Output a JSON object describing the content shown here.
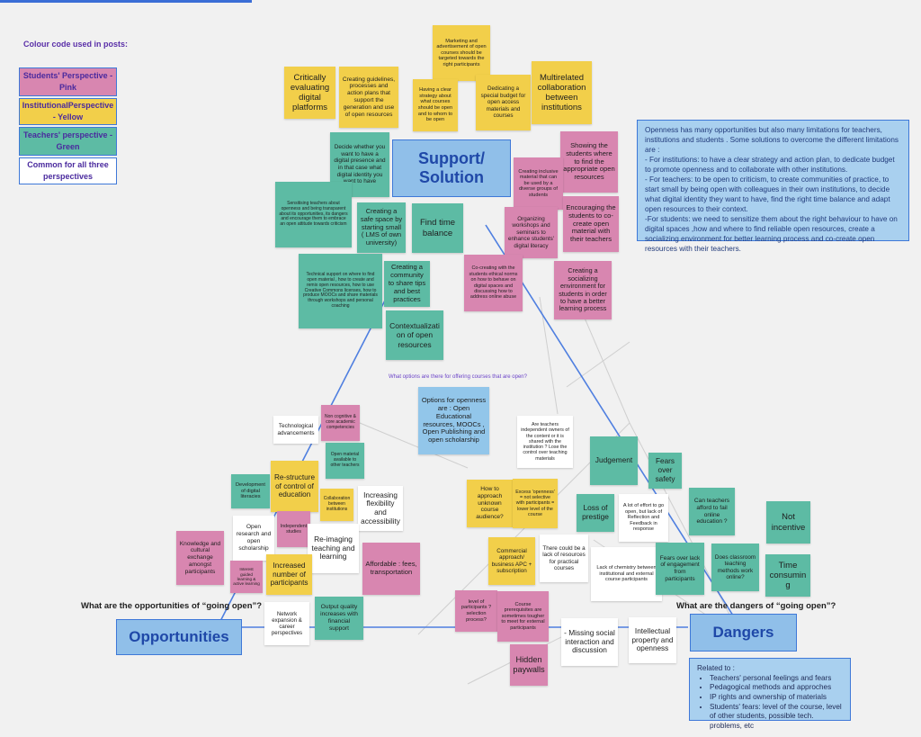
{
  "board": {
    "legend": {
      "title": "Colour code used in posts:",
      "items": [
        {
          "name": "legend-students",
          "text": "Students' Perspective - Pink",
          "color": "#d886b0"
        },
        {
          "name": "legend-institutional",
          "text": "InstitutionalPerspective - Yellow",
          "color": "#f2cf4a"
        },
        {
          "name": "legend-teachers",
          "text": "Teachers' perspective - Green",
          "color": "#5dbba4"
        },
        {
          "name": "legend-common",
          "text": "Common for all three perspectives",
          "color": "#ffffff"
        }
      ]
    },
    "main_nodes": {
      "support": "Support/ Solution",
      "opportunities": "Opportunities",
      "dangers": "Dangers"
    },
    "questions": {
      "opportunities": "What are the opportunities of “going open”?",
      "dangers": "What are the dangers of “going open”?",
      "options": "What options are there for offering courses that are open?"
    },
    "info_box": {
      "intro": "Openness has many opportunities but also many limitations for teachers, institutions and students . Some solutions to overcome the different limitations are :",
      "institutions": "- For institutions: to have a clear strategy and action plan, to dedicate budget to promote openness and to collaborate with other institutions.",
      "teachers": "- For teachers: to be open to criticism, to create communities of practice, to start small by being open with colleagues in their own institutions, to decide what digital identity they want to have, find the right time balance and adapt open resources to their context.",
      "students": "-For students: we need to sensitize them about the right behaviour to have on digital spaces ,how and where to find reliable open resources, create a socializing environment for better learning process and co-create open resources with their teachers."
    },
    "related": {
      "title": "Related to :",
      "items": [
        "Teachers' personal feelings and fears",
        "Pedagogical methods and approches",
        "IP rights and ownership of materials",
        "Students' fears: level of the course, level of other students, possible tech. problems, etc"
      ]
    },
    "notes": [
      {
        "id": "critically-evaluating",
        "text": "Critically evaluating digital platforms",
        "color": "yellow"
      },
      {
        "id": "creating-guidelines",
        "text": "Creating guidelines, processes and action plans that support the generation and use of open resources",
        "color": "yellow"
      },
      {
        "id": "marketing",
        "text": "Marketing and advertisement of open courses should be targeted towards the right participants",
        "color": "yellow"
      },
      {
        "id": "clear-strategy",
        "text": "Having a clear strategy about what courses should be open and to whom to be open",
        "color": "yellow"
      },
      {
        "id": "special-budget",
        "text": "Dedicating a special budget for open access materials and courses",
        "color": "yellow"
      },
      {
        "id": "multirelated",
        "text": "Multirelated collaboration between institutions",
        "color": "yellow"
      },
      {
        "id": "digital-presence",
        "text": "Decide whether you want to have a digital presence and in that case what digital identity you want to have",
        "color": "green"
      },
      {
        "id": "sensitising-teachers",
        "text": "Sensitising teachers about openness and being transparent about its opportunities, its dangers and encourage them to embrace an open attitude towards criticism",
        "color": "green"
      },
      {
        "id": "safe-space",
        "text": "Creating a safe space by starting small ( LMS of own university)",
        "color": "green"
      },
      {
        "id": "find-time",
        "text": "Find time balance",
        "color": "green"
      },
      {
        "id": "technical-support",
        "text": "Technical support on where to find open material , how to create and remix open resources, how to use Creative Commons licenses, how to produce MOOCs and share materials through workshops and personal coaching",
        "color": "green"
      },
      {
        "id": "community",
        "text": "Creating a community to share tips and best practices",
        "color": "green"
      },
      {
        "id": "contextualization",
        "text": "Contextualization of open resources",
        "color": "green"
      },
      {
        "id": "showing-students",
        "text": "Showing the students where to find the appropriate open resources",
        "color": "pink"
      },
      {
        "id": "inclusive-material",
        "text": "Creating inclusive material that can be used by a diverse groups of students",
        "color": "pink"
      },
      {
        "id": "organizing-workshops",
        "text": "Organizing workshops and seminars to enhance students' digital literacy",
        "color": "pink"
      },
      {
        "id": "encouraging-students",
        "text": "Encouraging the students to co-create open material with their teachers",
        "color": "pink"
      },
      {
        "id": "co-creating-norms",
        "text": "Co-creating with the students ethical norms on how to behave on digital spaces and discussing how to address online abuse",
        "color": "pink"
      },
      {
        "id": "socializing-env",
        "text": "Creating a socializing environment for students in order to have a better learning process",
        "color": "pink"
      },
      {
        "id": "options-openness",
        "text": "Options for openness are : Open Educational resources, MOOCs , Open Publishing and open scholarship",
        "color": "blue"
      },
      {
        "id": "tech-advancements",
        "text": "Technological advancements",
        "color": "white"
      },
      {
        "id": "non-cognitive",
        "text": "Non cognitive & core academic competencies",
        "color": "pink"
      },
      {
        "id": "open-material",
        "text": "Open material available to other teachers",
        "color": "green"
      },
      {
        "id": "digital-literacies",
        "text": "Development of digital literacies",
        "color": "green"
      },
      {
        "id": "restructure",
        "text": "Re-structure of control of education",
        "color": "yellow"
      },
      {
        "id": "collaboration",
        "text": "Collaboration between institutions",
        "color": "yellow"
      },
      {
        "id": "flexibility",
        "text": "Increasing flexibility and accessibility",
        "color": "white"
      },
      {
        "id": "open-research",
        "text": "Open research and open scholarship",
        "color": "white"
      },
      {
        "id": "independent-studies",
        "text": "Independent studies",
        "color": "pink"
      },
      {
        "id": "reimaging",
        "text": "Re-imaging teaching and learning",
        "color": "white"
      },
      {
        "id": "knowledge-exchange",
        "text": "Knowledge and cultural exchange amongst participants",
        "color": "pink"
      },
      {
        "id": "interest-guided",
        "text": "Interest guided learning & active learning",
        "color": "pink"
      },
      {
        "id": "increased-participants",
        "text": "Increased number of participants",
        "color": "yellow"
      },
      {
        "id": "affordable",
        "text": "Affordable : fees, transportation",
        "color": "pink"
      },
      {
        "id": "output-quality",
        "text": "Output quality increases with financial support",
        "color": "green"
      },
      {
        "id": "network",
        "text": "Network expansion & career perspectives",
        "color": "white"
      },
      {
        "id": "independent-owners",
        "text": "Are teachers independent owners of the content or it is shared with the institution ? Lose the control over teaching materials",
        "color": "white"
      },
      {
        "id": "judgement",
        "text": "Judgement",
        "color": "green"
      },
      {
        "id": "fears-safety",
        "text": "Fears over safety",
        "color": "green"
      },
      {
        "id": "approach-unknown",
        "text": "How to approach unknown course audience?",
        "color": "yellow"
      },
      {
        "id": "excess-openness",
        "text": "Excess 'openness' = not selective with participants = lower level of the course",
        "color": "yellow"
      },
      {
        "id": "loss-prestige",
        "text": "Loss of prestige",
        "color": "green"
      },
      {
        "id": "lot-of-effort",
        "text": "A lot of effort to go open, but lack of Reflection and Feedback in response",
        "color": "white"
      },
      {
        "id": "afford-fail",
        "text": "Can teachers afford to fail online education ?",
        "color": "green"
      },
      {
        "id": "not-incentive",
        "text": "Not incentive",
        "color": "green"
      },
      {
        "id": "commercial",
        "text": "Commercial approach/ business APC + subscription",
        "color": "yellow"
      },
      {
        "id": "lack-resources",
        "text": "There could be a lack of resources for practical courses",
        "color": "white"
      },
      {
        "id": "lack-chemistry",
        "text": "Lack of chemistry between institutional and external course participants",
        "color": "white"
      },
      {
        "id": "fears-engagement",
        "text": "Fears over lack of engagement from participants",
        "color": "green"
      },
      {
        "id": "classroom-methods",
        "text": "Does classroom teaching methods work online?",
        "color": "green"
      },
      {
        "id": "time-consuming",
        "text": "Time consuming",
        "color": "green"
      },
      {
        "id": "level-participants",
        "text": "level of participants ? selection process?",
        "color": "pink"
      },
      {
        "id": "course-prerequisites",
        "text": "Course prerequisites are sometimes tougher to meet for external participants",
        "color": "pink"
      },
      {
        "id": "missing-social",
        "text": "- Missing social interaction and discussion",
        "color": "white"
      },
      {
        "id": "intellectual-property",
        "text": "Intellectual property and openness",
        "color": "white"
      },
      {
        "id": "hidden-paywalls",
        "text": "Hidden paywalls",
        "color": "pink"
      }
    ]
  }
}
